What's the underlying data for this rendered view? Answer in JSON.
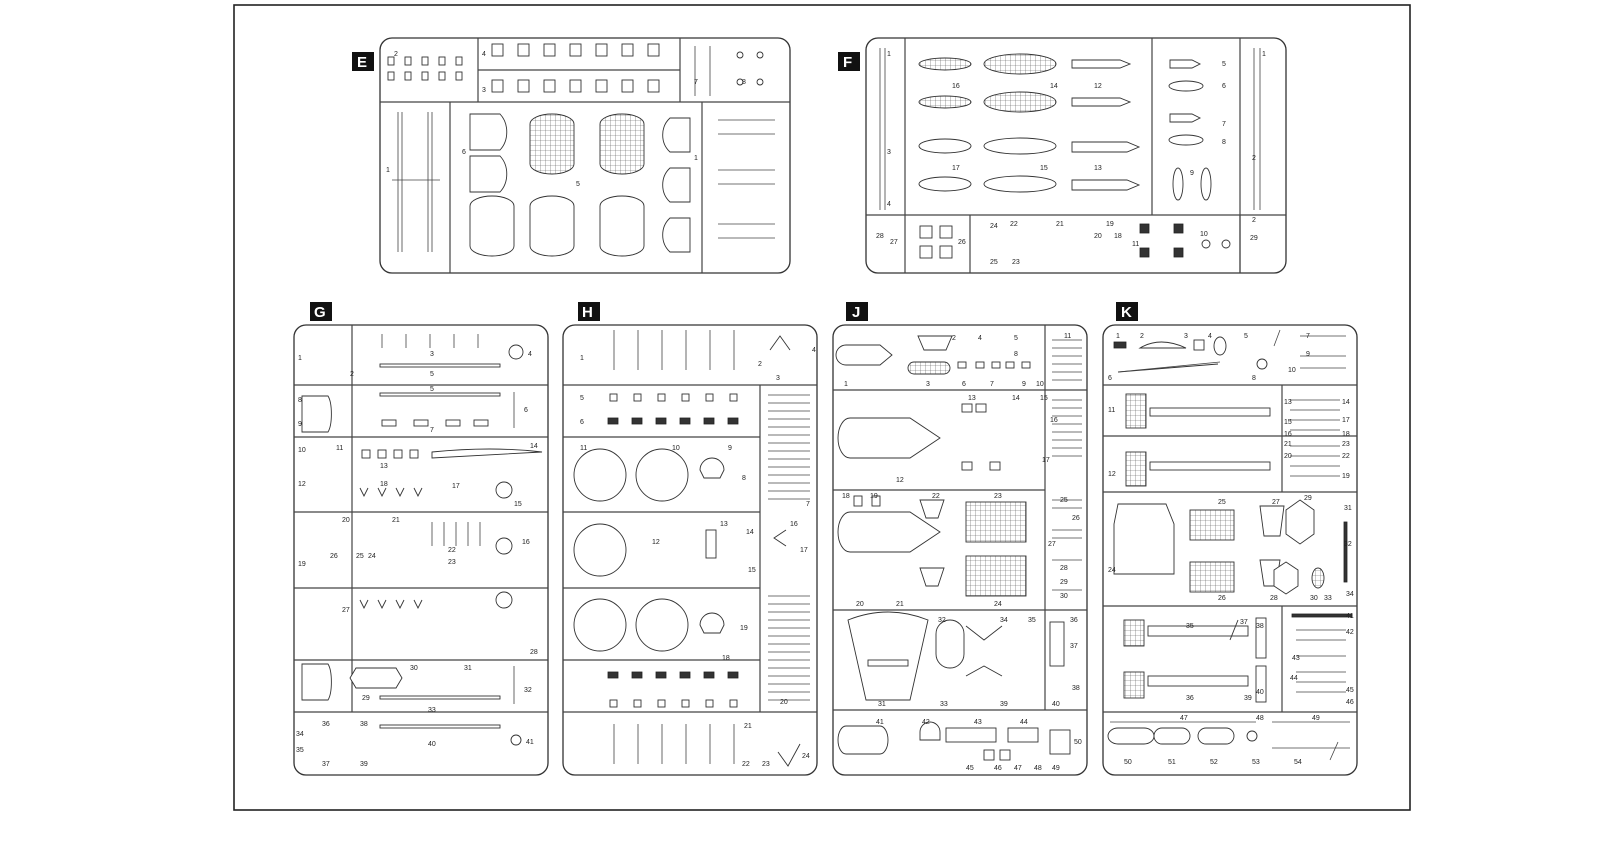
{
  "sprues": [
    {
      "letter": "E",
      "parts": [
        "1",
        "2",
        "3",
        "4",
        "5",
        "6",
        "7",
        "8"
      ]
    },
    {
      "letter": "F",
      "parts": [
        "1",
        "2",
        "3",
        "4",
        "5",
        "6",
        "7",
        "8",
        "9",
        "10",
        "11",
        "12",
        "13",
        "14",
        "15",
        "16",
        "17",
        "18",
        "19",
        "20",
        "21",
        "22",
        "23",
        "24",
        "25",
        "26",
        "27",
        "28",
        "29"
      ]
    },
    {
      "letter": "G",
      "parts": [
        "1",
        "2",
        "3",
        "4",
        "5",
        "6",
        "7",
        "8",
        "9",
        "10",
        "11",
        "12",
        "13",
        "14",
        "15",
        "16",
        "17",
        "18",
        "19",
        "20",
        "21",
        "22",
        "23",
        "24",
        "25",
        "26",
        "27",
        "28",
        "29",
        "30",
        "31",
        "32",
        "33",
        "34",
        "35",
        "36",
        "37",
        "38",
        "39",
        "40",
        "41"
      ]
    },
    {
      "letter": "H",
      "parts": [
        "1",
        "2",
        "3",
        "4",
        "5",
        "6",
        "7",
        "8",
        "9",
        "10",
        "11",
        "12",
        "13",
        "14",
        "15",
        "16",
        "17",
        "18",
        "19",
        "20",
        "21",
        "22",
        "23",
        "24"
      ]
    },
    {
      "letter": "J",
      "parts": [
        "1",
        "2",
        "3",
        "4",
        "5",
        "6",
        "7",
        "8",
        "9",
        "10",
        "11",
        "12",
        "13",
        "14",
        "15",
        "16",
        "17",
        "18",
        "19",
        "20",
        "21",
        "22",
        "23",
        "24",
        "25",
        "26",
        "27",
        "28",
        "29",
        "30",
        "31",
        "32",
        "33",
        "34",
        "35",
        "36",
        "37",
        "38",
        "39",
        "40",
        "41",
        "42",
        "43",
        "44",
        "45",
        "46",
        "47",
        "48",
        "49",
        "50"
      ]
    },
    {
      "letter": "K",
      "parts": [
        "1",
        "2",
        "3",
        "4",
        "5",
        "6",
        "7",
        "8",
        "9",
        "10",
        "11",
        "12",
        "13",
        "14",
        "15",
        "16",
        "17",
        "18",
        "19",
        "20",
        "21",
        "22",
        "23",
        "24",
        "25",
        "26",
        "27",
        "28",
        "29",
        "30",
        "31",
        "32",
        "33",
        "34",
        "35",
        "36",
        "37",
        "38",
        "39",
        "40",
        "41",
        "42",
        "43",
        "44",
        "45",
        "46",
        "47",
        "48",
        "49",
        "50",
        "51",
        "52",
        "53",
        "54"
      ]
    }
  ]
}
